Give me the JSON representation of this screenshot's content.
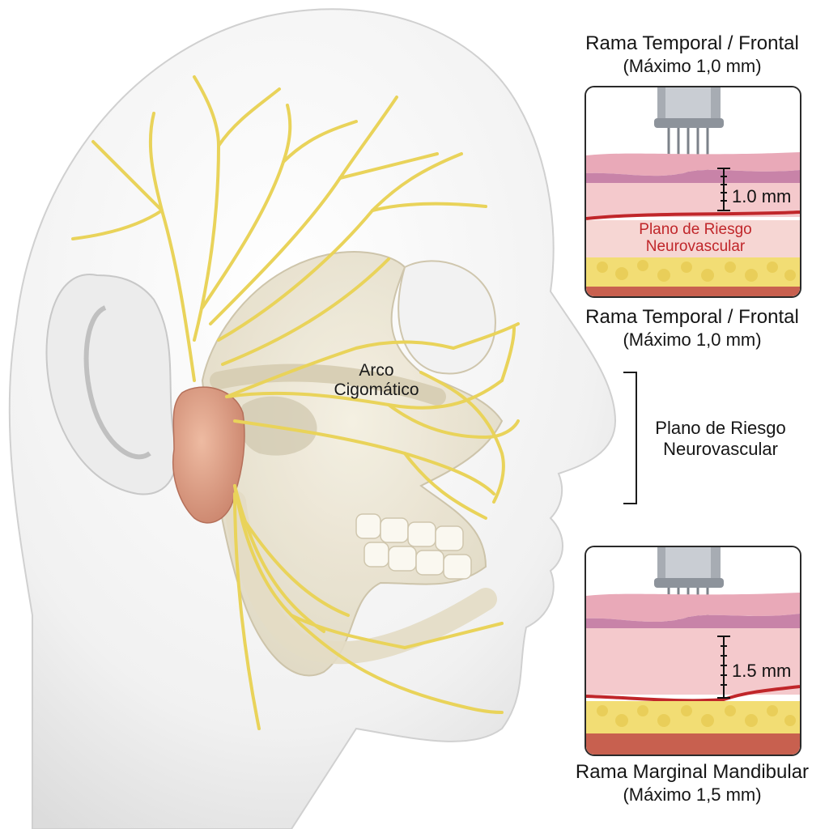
{
  "diagram": {
    "arco_line1": "Arco",
    "arco_line2": "Cigomático",
    "side_label_line1": "Plano de Riesgo",
    "side_label_line2": "Neurovascular"
  },
  "panel_top": {
    "header_title": "Rama Temporal / Frontal",
    "header_subtitle": "(Máximo 1,0 mm)",
    "depth_label": "1.0 mm",
    "risk_line1": "Plano de Riesgo",
    "risk_line2": "Neurovascular",
    "footer_title": "Rama Temporal / Frontal",
    "footer_subtitle": "(Máximo 1,0 mm)"
  },
  "panel_bottom": {
    "depth_label": "1.5 mm",
    "footer_title": "Rama Marginal Mandibular",
    "footer_subtitle": "(Máximo 1,5 mm)"
  },
  "colors": {
    "nerve": "#e9d35a",
    "skull": "#ece6d4",
    "gland": "#e3a489",
    "skin_top": "#f3c9c6",
    "risk_line": "#c0262a",
    "fat": "#f2dd74"
  }
}
